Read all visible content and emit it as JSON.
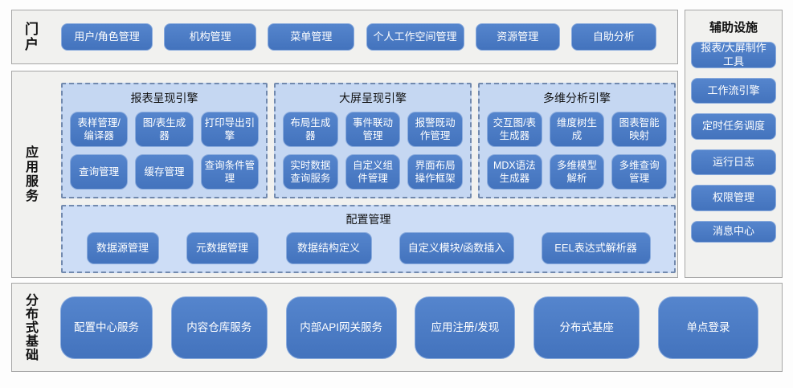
{
  "colors": {
    "page_bg": "#fdfdfd",
    "section_bg": "#f1f1ef",
    "section_border": "#a6a6a6",
    "engine_panel_bg": "#c5d7f2",
    "config_panel_bg": "#cdddf6",
    "panel_dashed_border": "#7189ae",
    "button_fill": "#4a7ac4",
    "button_border": "#8aabdd",
    "button_text": "#ffffff"
  },
  "portal": {
    "label": "门户",
    "buttons": [
      "用户/角色管理",
      "机构管理",
      "菜单管理",
      "个人工作空间管理",
      "资源管理",
      "自助分析"
    ]
  },
  "app_services": {
    "label": "应用服务",
    "engines": [
      {
        "title": "报表呈现引擎",
        "buttons": [
          "表样管理/编译器",
          "图/表生成器",
          "打印导出引擎",
          "查询管理",
          "缓存管理",
          "查询条件管理"
        ]
      },
      {
        "title": "大屏呈现引擎",
        "buttons": [
          "布局生成器",
          "事件联动管理",
          "报警既动作管理",
          "实时数据查询服务",
          "自定义组件管理",
          "界面布局操作框架"
        ]
      },
      {
        "title": "多维分析引擎",
        "buttons": [
          "交互图/表生成器",
          "维度树生成",
          "图表智能映射",
          "MDX语法生成器",
          "多维模型解析",
          "多维查询管理"
        ]
      }
    ],
    "config": {
      "title": "配置管理",
      "buttons": [
        "数据源管理",
        "元数据管理",
        "数据结构定义",
        "自定义模块/函数插入",
        "EEL表达式解析器"
      ]
    }
  },
  "auxiliary": {
    "title": "辅助设施",
    "buttons": [
      "报表/大屏制作工具",
      "工作流引擎",
      "定时任务调度",
      "运行日志",
      "权限管理",
      "消息中心"
    ]
  },
  "distributed": {
    "label": "分布式基础",
    "buttons": [
      "配置中心服务",
      "内容仓库服务",
      "内部API网关服务",
      "应用注册/发现",
      "分布式基座",
      "单点登录"
    ]
  }
}
